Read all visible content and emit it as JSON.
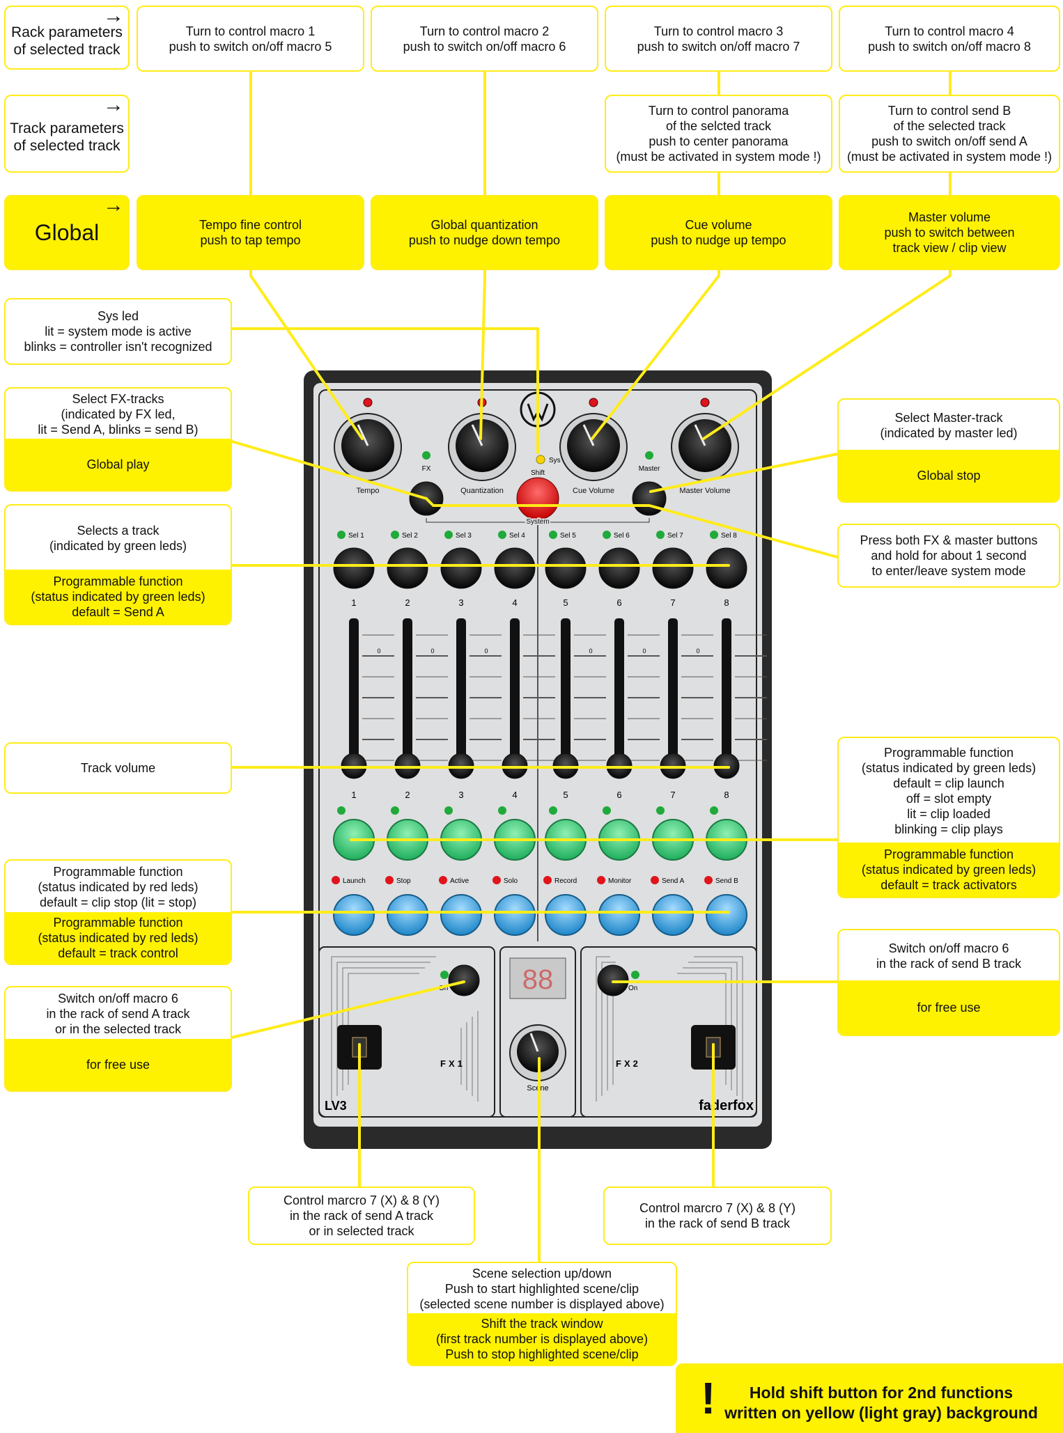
{
  "row_labels": [
    {
      "lines": [
        "Rack parameters",
        "of selected track"
      ],
      "arrow": "→"
    },
    {
      "lines": [
        "Track parameters",
        "of selected track"
      ],
      "arrow": "→"
    },
    {
      "lines": [
        "Global"
      ],
      "arrow": "→"
    }
  ],
  "top_boxes": [
    [
      "Turn to control macro 1",
      "push to switch on/off macro 5"
    ],
    [
      "Turn to control macro 2",
      "push to switch on/off macro 6"
    ],
    [
      "Turn to control macro 3",
      "push to switch on/off macro 7"
    ],
    [
      "Turn to control macro 4",
      "push to switch on/off macro 8"
    ]
  ],
  "panorama_box": [
    "Turn to control panorama",
    "of the selcted track",
    "push to center panorama",
    "(must be activated in system mode !)"
  ],
  "send_box": [
    "Turn to control send B",
    "of the selected track",
    "push to switch on/off send A",
    "(must be activated in system mode !)"
  ],
  "global_boxes": [
    [
      "Tempo fine control",
      "push to tap tempo"
    ],
    [
      "Global quantization",
      "push to nudge down tempo"
    ],
    [
      "Cue volume",
      "push to nudge up tempo"
    ],
    [
      "Master volume",
      "push to switch between",
      "track view / clip view"
    ]
  ],
  "sys_led_box": [
    "Sys led",
    "lit = system mode is active",
    "blinks = controller isn't recognized"
  ],
  "fx_box": {
    "white": [
      "Select FX-tracks",
      "(indicated by FX led,",
      "lit = Send A, blinks = send B)"
    ],
    "yellow": [
      "Global play"
    ]
  },
  "master_box": {
    "white": [
      "Select Master-track",
      "(indicated by master led)"
    ],
    "yellow": [
      "Global stop"
    ]
  },
  "system_box": [
    "Press both FX & master buttons",
    "and hold for about 1 second",
    "to enter/leave system mode"
  ],
  "select_box": {
    "white": [
      "Selects a track",
      "(indicated by green leds)"
    ],
    "yellow": [
      "Programmable function",
      "(status indicated by green leds)",
      "default = Send A"
    ]
  },
  "volume_box": [
    "Track volume"
  ],
  "clip_box": {
    "white": [
      "Programmable function",
      "(status indicated by green leds)",
      "default = clip launch",
      "off = slot empty",
      "lit = clip loaded",
      "blinking = clip plays"
    ],
    "yellow": [
      "Programmable function",
      "(status indicated by green leds)",
      "default = track activators"
    ]
  },
  "stop_box": {
    "white": [
      "Programmable function",
      "(status indicated by red leds)",
      "default = clip stop (lit = stop)"
    ],
    "yellow": [
      "Programmable function",
      "(status indicated by red leds)",
      "default = track control"
    ]
  },
  "macro6a_box": {
    "white": [
      "Switch on/off macro 6",
      "in the rack of send A track",
      "or in the selected track"
    ],
    "yellow": [
      "for free use"
    ]
  },
  "macro6b_box": {
    "white": [
      "Switch on/off macro 6",
      "in the rack of send B track"
    ],
    "yellow": [
      "for free use"
    ]
  },
  "joy_a_box": [
    "Control marcro 7 (X) & 8 (Y)",
    "in the rack of send A track",
    "or in selected track"
  ],
  "joy_b_box": [
    "Control marcro 7 (X) & 8 (Y)",
    "in the rack of send B track"
  ],
  "scene_box": {
    "white": [
      "Scene selection up/down",
      "Push to start highlighted scene/clip",
      "(selected scene number is displayed above)"
    ],
    "yellow": [
      "Shift the track window",
      "(first track number is displayed above)",
      "Push to stop highlighted scene/clip"
    ]
  },
  "footer": {
    "mark": "!",
    "lines": [
      "Hold shift button for 2nd functions",
      "written on yellow (light gray) background"
    ]
  },
  "device": {
    "knob_labels": [
      "Tempo",
      "Quantization",
      "Cue Volume",
      "Master Volume"
    ],
    "fx_label": "FX",
    "master_label": "Master",
    "shift_label": "Shift",
    "sys_label": "Sys",
    "system_label": "System",
    "sel_labels": [
      "Sel 1",
      "Sel 2",
      "Sel 3",
      "Sel 4",
      "Sel 5",
      "Sel 6",
      "Sel 7",
      "Sel 8"
    ],
    "track_numbers": [
      "1",
      "2",
      "3",
      "4",
      "5",
      "6",
      "7",
      "8"
    ],
    "zero_mark": "0",
    "function_labels": [
      "Launch",
      "Stop",
      "Active",
      "Solo",
      "Record",
      "Monitor",
      "Send A",
      "Send B"
    ],
    "on_label": "On",
    "fx1_label": "FX1",
    "fx2_label": "FX2",
    "display_text": "88",
    "scene_label": "Scene",
    "model": "LV3",
    "brand": "faderfox",
    "colors": {
      "body": "#2a2a2a",
      "panel": "#dedfe0",
      "green_button": "#3cc974",
      "blue_button": "#2fa3e0",
      "shift_button": "#e51b1b",
      "led_red": "#e0141c",
      "led_green": "#1faa3a",
      "display": "#cf1b1b"
    }
  }
}
